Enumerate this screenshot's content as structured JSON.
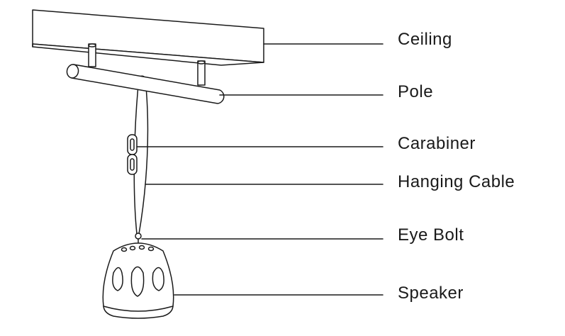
{
  "labels": {
    "ceiling": "Ceiling",
    "pole": "Pole",
    "carabiner": "Carabiner",
    "hanging_cable": "Hanging Cable",
    "eye_bolt": "Eye Bolt",
    "speaker": "Speaker"
  },
  "colors": {
    "stroke": "#1a1a1a",
    "fill": "#ffffff"
  }
}
